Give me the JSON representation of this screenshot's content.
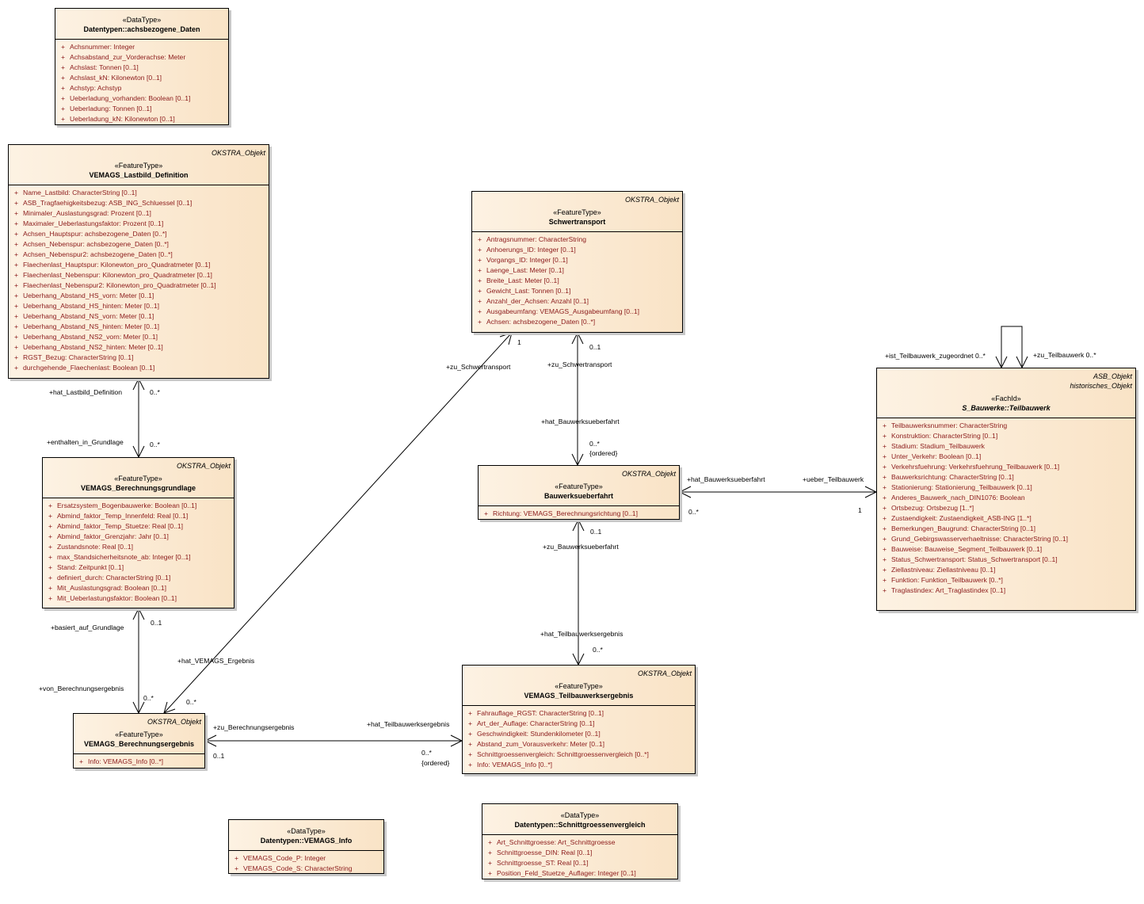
{
  "classes": {
    "achsbezogene_daten": {
      "stereotype": "«DataType»",
      "name": "Datentypen::achsbezogene_Daten",
      "attributes": [
        "Achsnummer: Integer",
        "Achsabstand_zur_Vorderachse: Meter",
        "Achslast: Tonnen [0..1]",
        "Achslast_kN: Kilonewton [0..1]",
        "Achstyp: Achstyp",
        "Ueberladung_vorhanden: Boolean [0..1]",
        "Ueberladung: Tonnen [0..1]",
        "Ueberladung_kN: Kilonewton [0..1]"
      ]
    },
    "lastbild_definition": {
      "supertypes": [
        "OKSTRA_Objekt"
      ],
      "stereotype": "«FeatureType»",
      "name": "VEMAGS_Lastbild_Definition",
      "attributes": [
        "Name_Lastbild: CharacterString [0..1]",
        "ASB_Tragfaehigkeitsbezug: ASB_ING_Schluessel [0..1]",
        "Minimaler_Auslastungsgrad: Prozent [0..1]",
        "Maximaler_Ueberlastungsfaktor: Prozent [0..1]",
        "Achsen_Hauptspur: achsbezogene_Daten [0..*]",
        "Achsen_Nebenspur: achsbezogene_Daten [0..*]",
        "Achsen_Nebenspur2: achsbezogene_Daten [0..*]",
        "Flaechenlast_Hauptspur: Kilonewton_pro_Quadratmeter [0..1]",
        "Flaechenlast_Nebenspur: Kilonewton_pro_Quadratmeter [0..1]",
        "Flaechenlast_Nebenspur2: Kilonewton_pro_Quadratmeter [0..1]",
        "Ueberhang_Abstand_HS_vorn: Meter [0..1]",
        "Ueberhang_Abstand_HS_hinten: Meter [0..1]",
        "Ueberhang_Abstand_NS_vorn: Meter [0..1]",
        "Ueberhang_Abstand_NS_hinten: Meter [0..1]",
        "Ueberhang_Abstand_NS2_vorn: Meter [0..1]",
        "Ueberhang_Abstand_NS2_hinten: Meter [0..1]",
        "RGST_Bezug: CharacterString [0..1]",
        "durchgehende_Flaechenlast: Boolean [0..1]"
      ]
    },
    "berechnungsgrundlage": {
      "supertypes": [
        "OKSTRA_Objekt"
      ],
      "stereotype": "«FeatureType»",
      "name": "VEMAGS_Berechnungsgrundlage",
      "attributes": [
        "Ersatzsystem_Bogenbauwerke: Boolean [0..1]",
        "Abmind_faktor_Temp_Innenfeld: Real [0..1]",
        "Abmind_faktor_Temp_Stuetze: Real [0..1]",
        "Abmind_faktor_Grenzjahr: Jahr [0..1]",
        "Zustandsnote: Real [0..1]",
        "max_Standsicherheitsnote_ab: Integer [0..1]",
        "Stand: Zeitpunkt [0..1]",
        "definiert_durch: CharacterString [0..1]",
        "Mit_Auslastungsgrad: Boolean [0..1]",
        "Mit_Ueberlastungsfaktor: Boolean [0..1]"
      ]
    },
    "berechnungsergebnis": {
      "supertypes": [
        "OKSTRA_Objekt"
      ],
      "stereotype": "«FeatureType»",
      "name": "VEMAGS_Berechnungsergebnis",
      "attributes": [
        "Info: VEMAGS_Info [0..*]"
      ]
    },
    "schwertransport": {
      "supertypes": [
        "OKSTRA_Objekt"
      ],
      "stereotype": "«FeatureType»",
      "name": "Schwertransport",
      "attributes": [
        "Antragsnummer: CharacterString",
        "Anhoerungs_ID: Integer [0..1]",
        "Vorgangs_ID: Integer [0..1]",
        "Laenge_Last: Meter [0..1]",
        "Breite_Last: Meter [0..1]",
        "Gewicht_Last: Tonnen [0..1]",
        "Anzahl_der_Achsen: Anzahl [0..1]",
        "Ausgabeumfang: VEMAGS_Ausgabeumfang [0..1]",
        "Achsen: achsbezogene_Daten [0..*]"
      ]
    },
    "bauwerksueberfahrt": {
      "supertypes": [
        "OKSTRA_Objekt"
      ],
      "stereotype": "«FeatureType»",
      "name": "Bauwerksueberfahrt",
      "attributes": [
        "Richtung: VEMAGS_Berechnungsrichtung [0..1]"
      ]
    },
    "teilbauwerksergebnis": {
      "supertypes": [
        "OKSTRA_Objekt"
      ],
      "stereotype": "«FeatureType»",
      "name": "VEMAGS_Teilbauwerksergebnis",
      "attributes": [
        "Fahrauflage_RGST: CharacterString [0..1]",
        "Art_der_Auflage: CharacterString [0..1]",
        "Geschwindigkeit: Stundenkilometer [0..1]",
        "Abstand_zum_Vorausverkehr: Meter [0..1]",
        "Schnittgroessenvergleich: Schnittgroessenvergleich [0..*]",
        "Info: VEMAGS_Info [0..*]"
      ]
    },
    "teilbauwerk": {
      "supertypes": [
        "ASB_Objekt",
        "historisches_Objekt"
      ],
      "stereotype": "«FachId»",
      "name": "S_Bauwerke::Teilbauwerk",
      "attributes": [
        "Teilbauwerksnummer: CharacterString",
        "Konstruktion: CharacterString [0..1]",
        "Stadium: Stadium_Teilbauwerk",
        "Unter_Verkehr: Boolean [0..1]",
        "Verkehrsfuehrung: Verkehrsfuehrung_Teilbauwerk [0..1]",
        "Bauwerksrichtung: CharacterString [0..1]",
        "Stationierung: Stationierung_Teilbauwerk [0..1]",
        "Anderes_Bauwerk_nach_DIN1076: Boolean",
        "Ortsbezug: Ortsbezug [1..*]",
        "Zustaendigkeit: Zustaendigkeit_ASB-ING [1..*]",
        "Bemerkungen_Baugrund: CharacterString [0..1]",
        "Grund_Gebirgswasserverhaeltnisse: CharacterString [0..1]",
        "Bauweise: Bauweise_Segment_Teilbauwerk [0..1]",
        "Status_Schwertransport: Status_Schwertransport [0..1]",
        "Ziellastniveau: Ziellastniveau [0..1]",
        "Funktion: Funktion_Teilbauwerk [0..*]",
        "Traglastindex: Art_Traglastindex [0..1]"
      ]
    },
    "vemags_info": {
      "stereotype": "«DataType»",
      "name": "Datentypen::VEMAGS_Info",
      "attributes": [
        "VEMAGS_Code_P: Integer",
        "VEMAGS_Code_S: CharacterString"
      ]
    },
    "schnittgroessenvergleich": {
      "stereotype": "«DataType»",
      "name": "Datentypen::Schnittgroessenvergleich",
      "attributes": [
        "Art_Schnittgroesse: Art_Schnittgroesse",
        "Schnittgroesse_DIN: Real [0..1]",
        "Schnittgroesse_ST: Real [0..1]",
        "Position_Feld_Stuetze_Auflager: Integer [0..1]"
      ]
    }
  },
  "associations": [
    {
      "from": "lastbild_definition",
      "to": "berechnungsgrundlage",
      "from_role": "+hat_Lastbild_Definition",
      "from_mult": "0..*",
      "to_role": "+enthalten_in_Grundlage",
      "to_mult": "0..*"
    },
    {
      "from": "berechnungsgrundlage",
      "to": "berechnungsergebnis",
      "from_role": "+basiert_auf_Grundlage",
      "from_mult": "0..1",
      "to_role": "+von_Berechnungsergebnis",
      "to_mult": "0..*"
    },
    {
      "from": "schwertransport",
      "to": "berechnungsergebnis",
      "from_role": "+zu_Schwertransport",
      "from_mult": "1",
      "to_role": "+hat_VEMAGS_Ergebnis",
      "to_mult": "0..*"
    },
    {
      "from": "schwertransport",
      "to": "bauwerksueberfahrt",
      "from_role": "+zu_Schwertransport",
      "from_mult": "0..1",
      "to_role": "+hat_Bauwerksueberfahrt",
      "to_mult": "0..*",
      "to_constraint": "{ordered}"
    },
    {
      "from": "bauwerksueberfahrt",
      "to": "teilbauwerk",
      "from_role": "+hat_Bauwerksueberfahrt",
      "from_mult": "0..*",
      "to_role": "+ueber_Teilbauwerk",
      "to_mult": "1"
    },
    {
      "from": "bauwerksueberfahrt",
      "to": "teilbauwerksergebnis",
      "from_role": "+zu_Bauwerksueberfahrt",
      "from_mult": "0..1",
      "to_role": "+hat_Teilbauwerksergebnis",
      "to_mult": "0..*"
    },
    {
      "from": "berechnungsergebnis",
      "to": "teilbauwerksergebnis",
      "from_role": "+zu_Berechnungsergebnis",
      "from_mult": "0..1",
      "to_role": "+hat_Teilbauwerksergebnis",
      "to_mult": "0..*",
      "to_constraint": "{ordered}"
    },
    {
      "from": "teilbauwerk",
      "to": "teilbauwerk",
      "from_role": "+ist_Teilbauwerk_zugeordnet 0..*",
      "to_role": "+zu_Teilbauwerk 0..*"
    }
  ]
}
